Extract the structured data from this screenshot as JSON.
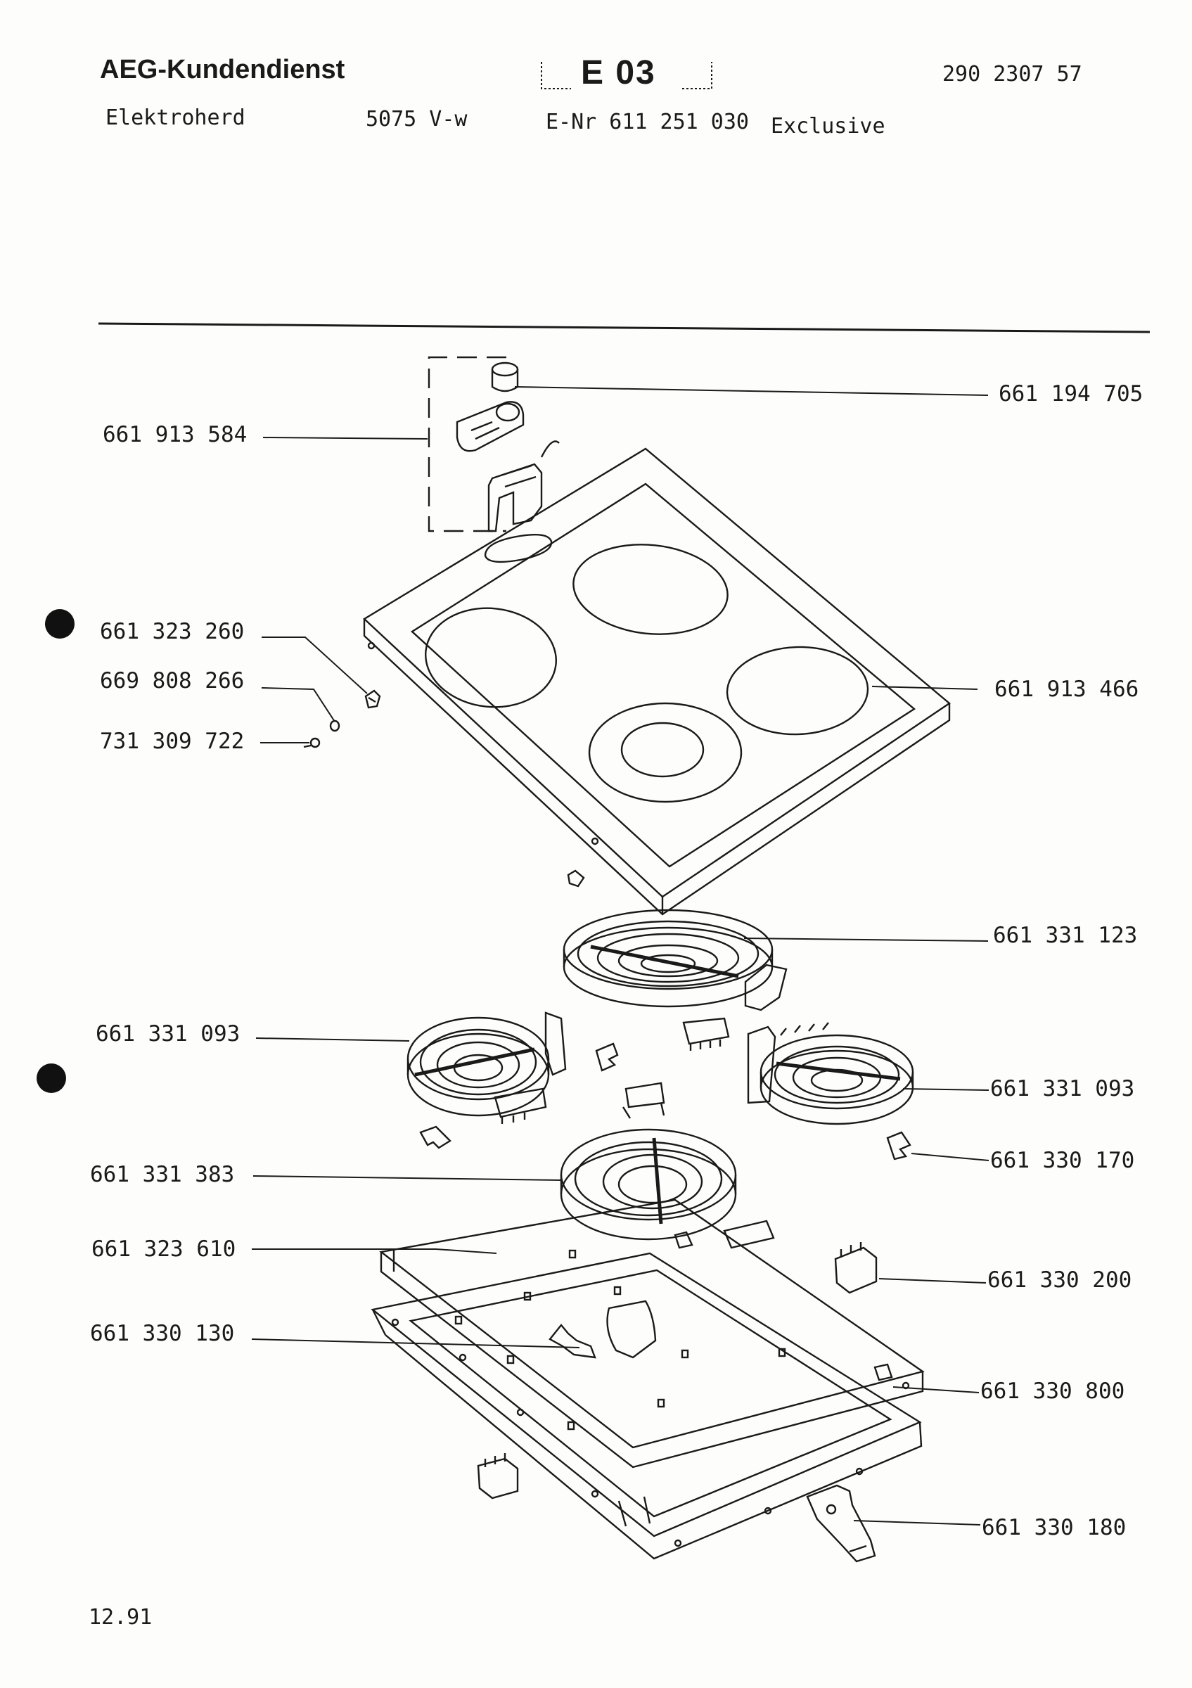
{
  "header": {
    "brand": "AEG-Kundendienst",
    "sheet": "E 03",
    "doc_number": "290 2307 57",
    "product": "Elektroherd",
    "model": "5075 V-w",
    "e_nr": "E-Nr 611 251 030",
    "variant": "Exclusive"
  },
  "footer": {
    "date": "12.91"
  },
  "parts": {
    "knob": "661 194 705",
    "control_group": "661 913 584",
    "screw_a": "661 323 260",
    "washer": "669 808 266",
    "screw_b": "731 309 722",
    "hob_glass": "661 913 466",
    "heater_large": "661 331 123",
    "heater_left": "661 331 093",
    "heater_right": "661 331 093",
    "clip": "661 330 170",
    "heater_dual": "661 331 383",
    "tray": "661 323 610",
    "terminal": "661 330 200",
    "bracket": "661 330 130",
    "frame": "661 330 800",
    "holder": "661 330 180"
  }
}
